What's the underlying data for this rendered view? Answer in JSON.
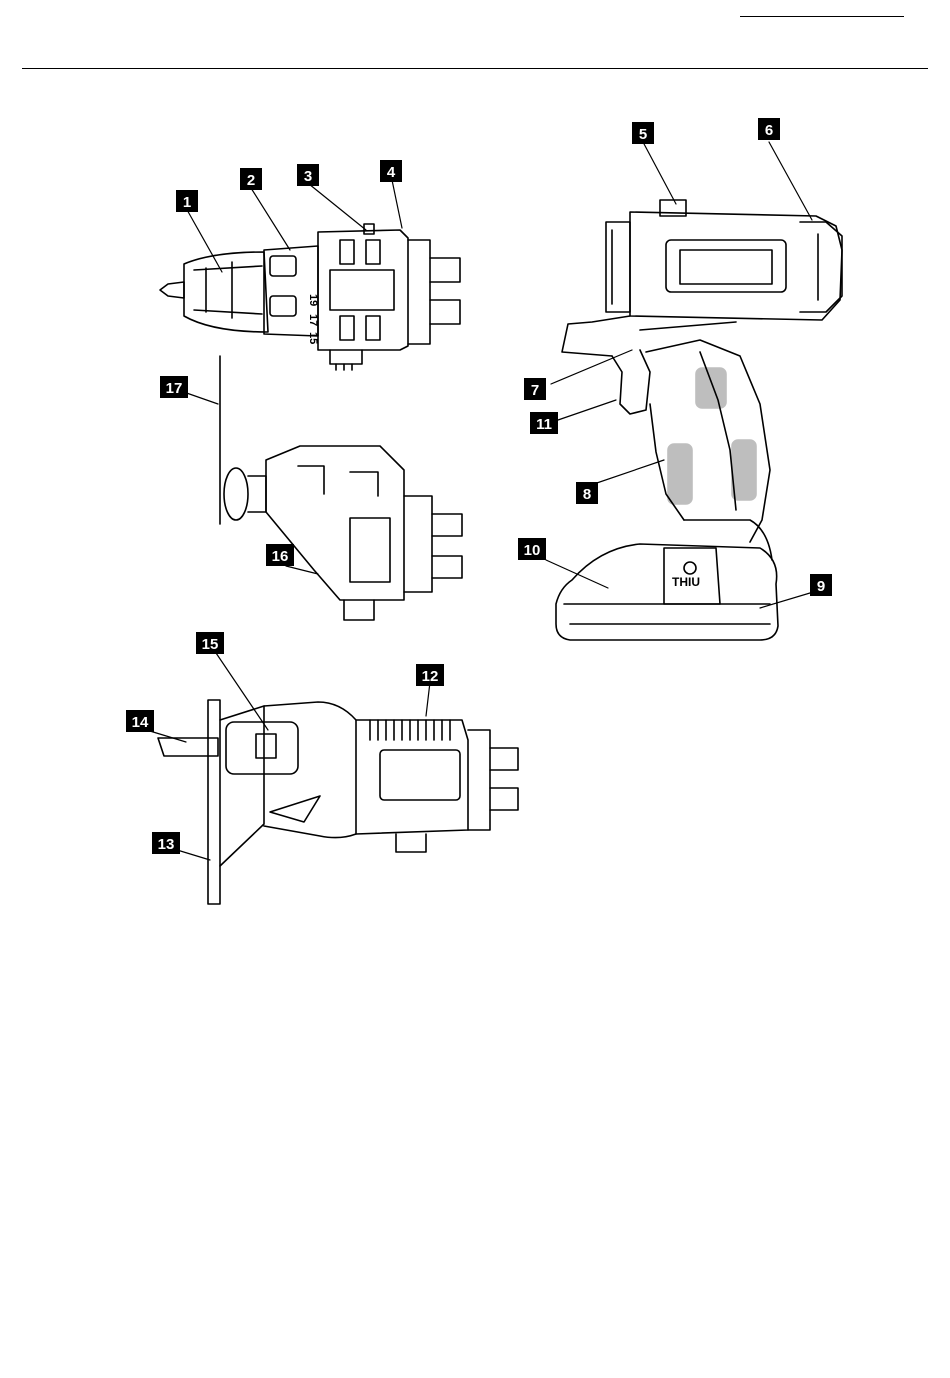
{
  "callouts": [
    {
      "id": "c1",
      "label": "1"
    },
    {
      "id": "c2",
      "label": "2"
    },
    {
      "id": "c3",
      "label": "3"
    },
    {
      "id": "c4",
      "label": "4"
    },
    {
      "id": "c5",
      "label": "5"
    },
    {
      "id": "c6",
      "label": "6"
    },
    {
      "id": "c7",
      "label": "7"
    },
    {
      "id": "c8",
      "label": "8"
    },
    {
      "id": "c9",
      "label": "9"
    },
    {
      "id": "c10",
      "label": "10"
    },
    {
      "id": "c11",
      "label": "11"
    },
    {
      "id": "c12",
      "label": "12"
    },
    {
      "id": "c13",
      "label": "13"
    },
    {
      "id": "c14",
      "label": "14"
    },
    {
      "id": "c15",
      "label": "15"
    },
    {
      "id": "c16",
      "label": "16"
    },
    {
      "id": "c17",
      "label": "17"
    }
  ],
  "clutch_scale": {
    "n15": "15",
    "n17": "17",
    "n19": "19"
  },
  "battery_brand": "THIU"
}
